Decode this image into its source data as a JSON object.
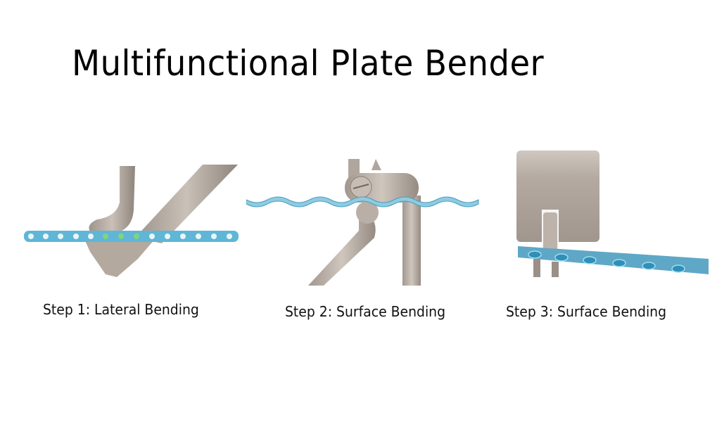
{
  "title": "Multifunctional Plate Bender",
  "steps": [
    {
      "label": "Step 1: Lateral Bending",
      "image": "lateral-bending-photo"
    },
    {
      "label": "Step 2: Surface Bending",
      "image": "surface-bending-photo"
    },
    {
      "label": "Step 3:  Surface Bending",
      "image": "surface-bending-closeup-photo"
    }
  ],
  "colors": {
    "plate": "#5fb6d6",
    "plate_dark": "#2e8fb5",
    "steel": "#b8aea5",
    "steel_dark": "#8c8279",
    "background": "#ffffff",
    "text": "#000000"
  }
}
